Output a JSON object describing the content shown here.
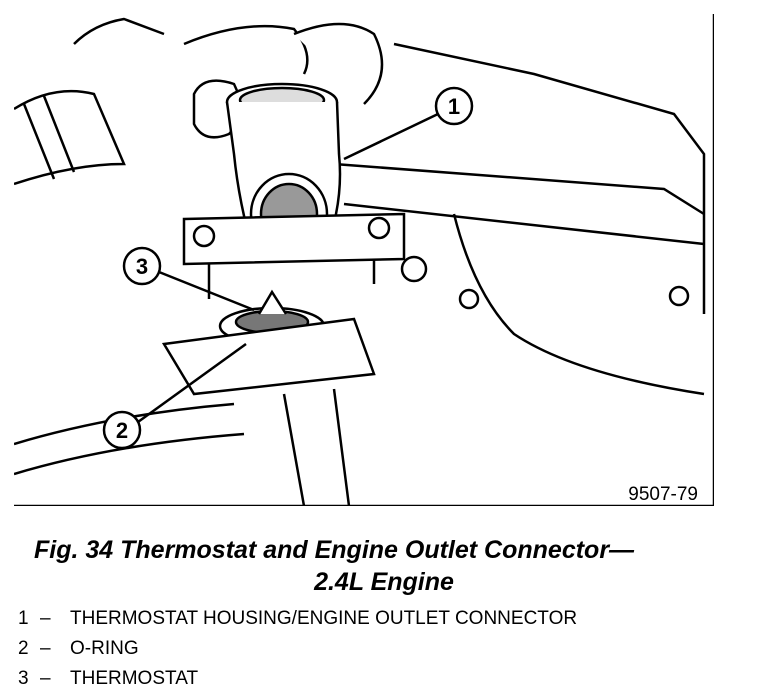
{
  "figure": {
    "code": "9507-79",
    "callouts": [
      "1",
      "2",
      "3"
    ]
  },
  "caption": {
    "line1": "Fig. 34 Thermostat and Engine Outlet Connector—",
    "line2": "2.4L Engine"
  },
  "legend": [
    {
      "num": "1",
      "dash": "–",
      "text": "THERMOSTAT HOUSING/ENGINE OUTLET CONNECTOR"
    },
    {
      "num": "2",
      "dash": "–",
      "text": "O-RING"
    },
    {
      "num": "3",
      "dash": "–",
      "text": "THERMOSTAT"
    }
  ]
}
